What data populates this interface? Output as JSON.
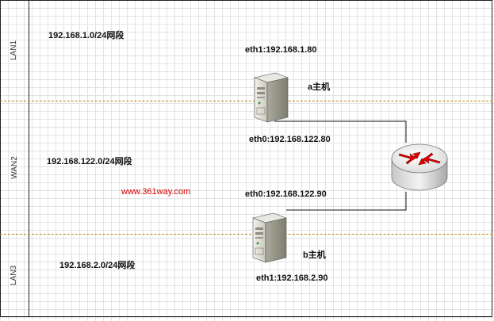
{
  "lanes": {
    "lan1": "LAN1",
    "wan2": "WAN2",
    "lan3": "LAN3"
  },
  "networks": {
    "lan1": "192.168.1.0/24网段",
    "wan2": "192.168.122.0/24网段",
    "lan3": "192.168.2.0/24网段"
  },
  "host_a": {
    "name": "a主机",
    "eth1": "eth1:192.168.1.80",
    "eth0": "eth0:192.168.122.80"
  },
  "host_b": {
    "name": "b主机",
    "eth0": "eth0:192.168.122.90",
    "eth1": "eth1:192.168.2.90"
  },
  "watermark": "www.361way.com",
  "colors": {
    "zone_line": "#b8860b",
    "watermark": "#d40000",
    "router_arrows": "#e00000"
  },
  "icons": {
    "server": "server-tower-icon",
    "router": "router-icon"
  }
}
